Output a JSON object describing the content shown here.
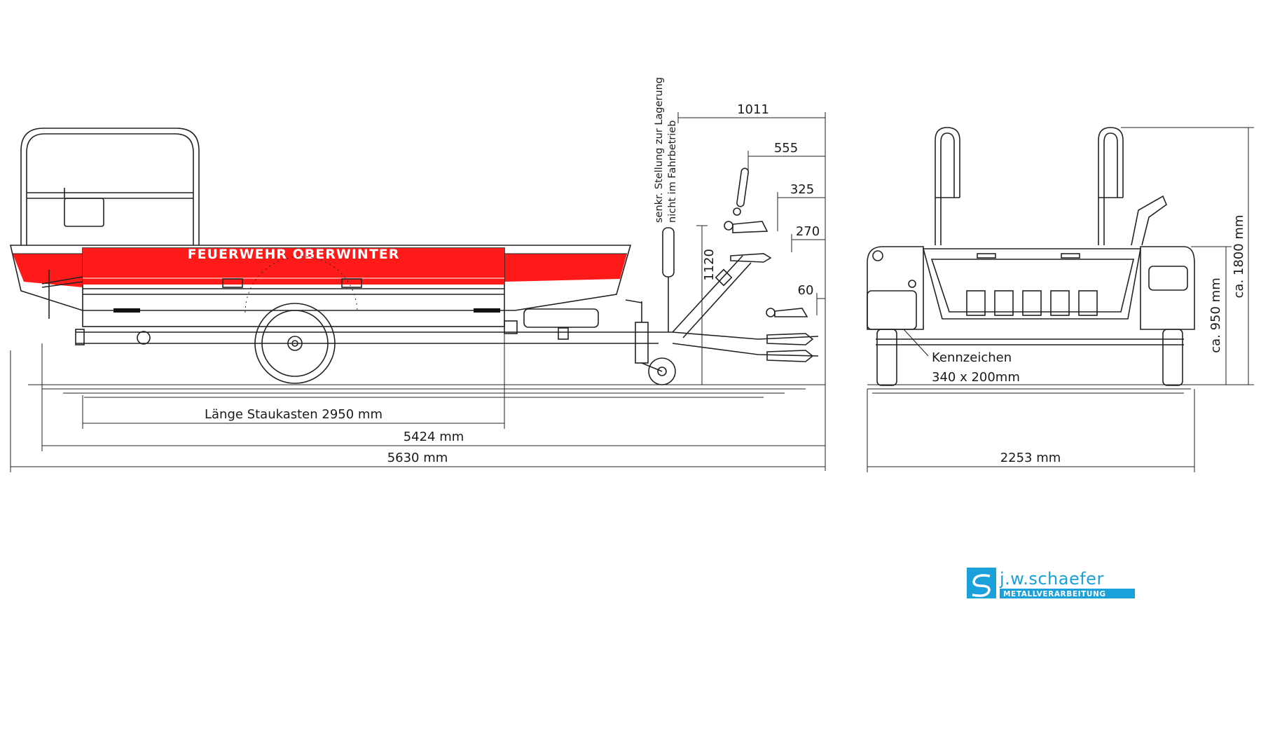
{
  "side_view": {
    "brand_text": "FEUERWEHR OBERWINTER",
    "dim_box_length": "Länge Staukasten 2950 mm",
    "dim_length_1": "5424 mm",
    "dim_length_2": "5630 mm",
    "dim_height": "1120",
    "hitch_note_line1": "senkr. Stellung zur Lagerung",
    "hitch_note_line2": "nicht im Fahrbetrieb",
    "dim_1011": "1011",
    "dim_555": "555",
    "dim_325": "325",
    "dim_270": "270",
    "dim_60": "60"
  },
  "rear_view": {
    "plate_label_line1": "Kennzeichen",
    "plate_label_line2": "340 x 200mm",
    "dim_width": "2253 mm",
    "dim_height_950": "ca. 950 mm",
    "dim_height_1800": "ca. 1800 mm"
  },
  "logo": {
    "name": "j.w.schaefer",
    "tagline": "METALLVERARBEITUNG",
    "color": "#1aa0db"
  },
  "colors": {
    "accent_red": "#ff1a1a",
    "line": "#222222"
  }
}
